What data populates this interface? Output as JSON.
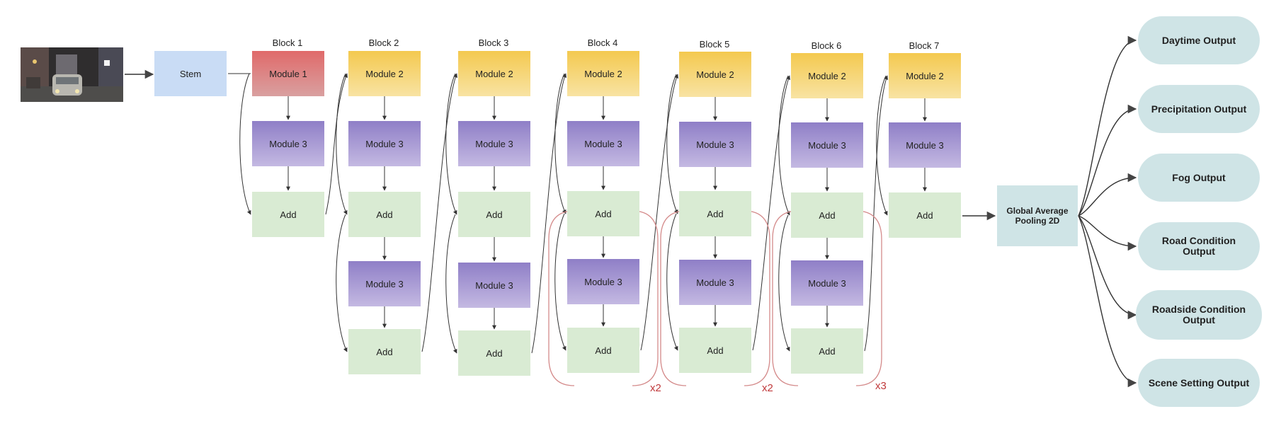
{
  "input_image": {
    "icon": "street-scene-photo"
  },
  "stem": {
    "label": "Stem"
  },
  "blocks": [
    {
      "label": "Block 1",
      "first": "Module 1",
      "stages": [
        {
          "module": "Module 3",
          "add": "Add"
        }
      ]
    },
    {
      "label": "Block 2",
      "first": "Module 2",
      "stages": [
        {
          "module": "Module 3",
          "add": "Add"
        },
        {
          "module": "Module 3",
          "add": "Add"
        }
      ]
    },
    {
      "label": "Block 3",
      "first": "Module 2",
      "stages": [
        {
          "module": "Module 3",
          "add": "Add"
        },
        {
          "module": "Module 3",
          "add": "Add"
        }
      ]
    },
    {
      "label": "Block 4",
      "first": "Module 2",
      "stages": [
        {
          "module": "Module 3",
          "add": "Add"
        },
        {
          "module": "Module 3",
          "add": "Add"
        }
      ]
    },
    {
      "label": "Block 5",
      "first": "Module 2",
      "stages": [
        {
          "module": "Module 3",
          "add": "Add"
        },
        {
          "module": "Module 3",
          "add": "Add"
        }
      ]
    },
    {
      "label": "Block 6",
      "first": "Module 2",
      "stages": [
        {
          "module": "Module 3",
          "add": "Add"
        },
        {
          "module": "Module 3",
          "add": "Add"
        }
      ]
    },
    {
      "label": "Block 7",
      "first": "Module 2",
      "stages": [
        {
          "module": "Module 3",
          "add": "Add"
        }
      ]
    }
  ],
  "repeats": [
    "x2",
    "x2",
    "x3"
  ],
  "pooling": {
    "label": "Global Average Pooling 2D"
  },
  "outputs": [
    "Daytime Output",
    "Precipitation Output",
    "Fog Output",
    "Road Condition Output",
    "Roadside Condition Output",
    "Scene Setting Output"
  ],
  "colors": {
    "stem": "#c9dcf5",
    "module1": "#e06a6a",
    "module2": "#f4c94f",
    "module3": "#8f7fc7",
    "add": "#d9ebd3",
    "output": "#cfe4e6",
    "repeat_bracket": "#c0393b",
    "arrow": "#333333"
  }
}
